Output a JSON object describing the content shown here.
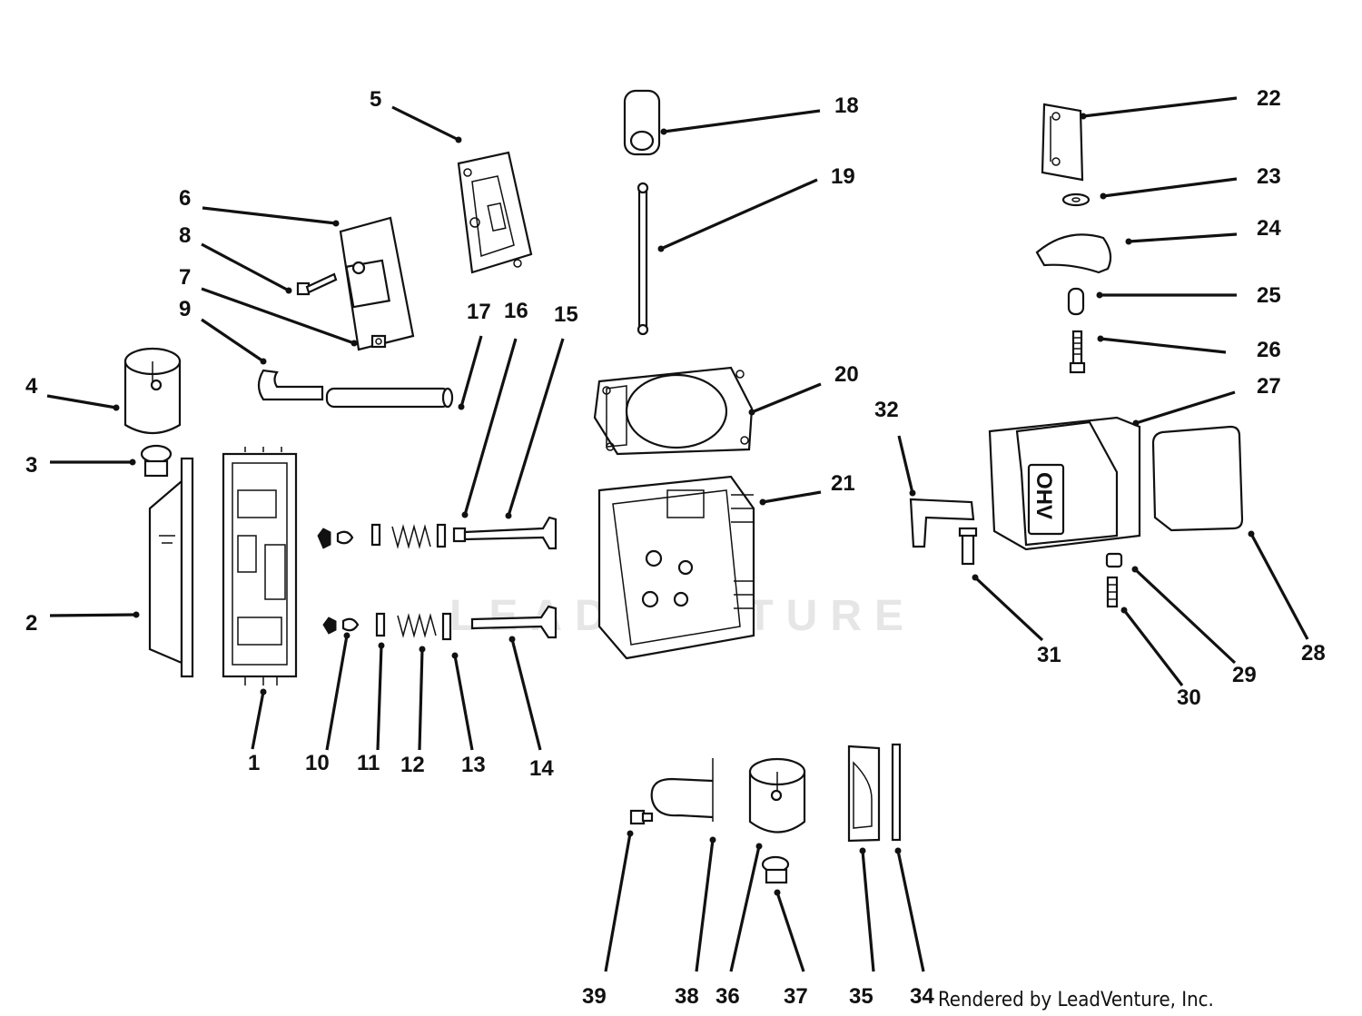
{
  "watermark": "LEADVENTURE",
  "credit": "Rendered by LeadVenture, Inc.",
  "valve_cover_emblem": "OHV",
  "part_numbers": [
    "1",
    "2",
    "3",
    "4",
    "5",
    "6",
    "7",
    "8",
    "9",
    "10",
    "11",
    "12",
    "13",
    "14",
    "15",
    "16",
    "17",
    "18",
    "19",
    "20",
    "21",
    "22",
    "23",
    "24",
    "25",
    "26",
    "27",
    "28",
    "29",
    "30",
    "31",
    "32",
    "34",
    "35",
    "36",
    "37",
    "38",
    "39"
  ]
}
